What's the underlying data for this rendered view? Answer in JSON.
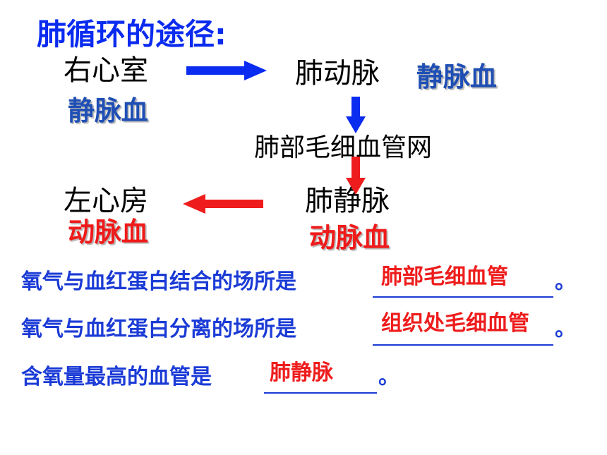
{
  "title": "肺循环的途径:",
  "nodes": {
    "right_ventricle": "右心室",
    "pulmonary_artery": "肺动脉",
    "lung_capillary": "肺部毛细血管网",
    "pulmonary_vein": "肺静脉",
    "left_atrium": "左心房"
  },
  "blood_labels": {
    "right_ventricle": "静脉血",
    "pulmonary_artery": "静脉血",
    "pulmonary_vein": "动脉血",
    "left_atrium": "动脉血"
  },
  "questions": [
    {
      "text": "氧气与血红蛋白结合的场所是",
      "answer": "肺部毛细血管",
      "end": "。"
    },
    {
      "text": "氧气与血红蛋白分离的场所是",
      "answer": "组织处毛细血管",
      "end": "。"
    },
    {
      "text": "含氧量最高的血管是",
      "answer": "肺静脉",
      "end": "。"
    }
  ],
  "colors": {
    "title": "#0a2bf0",
    "arrow_blue": "#0a2bf0",
    "arrow_red": "#ee1c1c",
    "question": "#1b3bd6",
    "answer": "#ee1c1c",
    "venous_label": "#1f4fb4",
    "arterial_label": "#ef1a1a"
  }
}
